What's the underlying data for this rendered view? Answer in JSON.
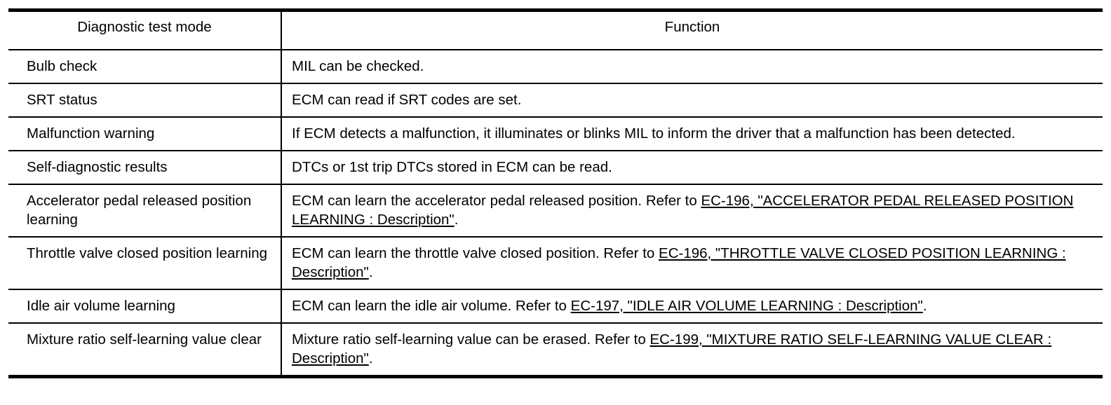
{
  "table": {
    "headers": {
      "mode": "Diagnostic test mode",
      "function": "Function"
    },
    "rows": [
      {
        "mode": "Bulb check",
        "function_prefix": "MIL can be checked.",
        "function_link": "",
        "function_suffix": ""
      },
      {
        "mode": "SRT status",
        "function_prefix": "ECM can read if SRT codes are set.",
        "function_link": "",
        "function_suffix": ""
      },
      {
        "mode": "Malfunction warning",
        "function_prefix": "If ECM detects a malfunction, it illuminates or blinks MIL to inform the driver that a malfunction has been detected.",
        "function_link": "",
        "function_suffix": ""
      },
      {
        "mode": "Self-diagnostic results",
        "function_prefix": "DTCs or 1st trip DTCs stored in ECM can be read.",
        "function_link": "",
        "function_suffix": ""
      },
      {
        "mode": "Accelerator pedal released position learning",
        "function_prefix": "ECM can learn the accelerator pedal released position. Refer to ",
        "function_link": "EC-196, \"ACCELERATOR PEDAL RELEASED POSITION LEARNING : Description\"",
        "function_suffix": "."
      },
      {
        "mode": "Throttle valve closed position learning",
        "function_prefix": "ECM can learn the throttle valve closed position. Refer to ",
        "function_link": "EC-196, \"THROTTLE VALVE CLOSED POSITION LEARNING : Description\"",
        "function_suffix": "."
      },
      {
        "mode": "Idle air volume learning",
        "function_prefix": "ECM can learn the idle air volume. Refer to ",
        "function_link": "EC-197, \"IDLE AIR VOLUME LEARNING : Description\"",
        "function_suffix": "."
      },
      {
        "mode": "Mixture ratio self-learning value clear",
        "function_prefix": "Mixture ratio self-learning value can be erased. Refer to ",
        "function_link": "EC-199, \"MIXTURE RATIO SELF-LEARNING VALUE CLEAR : Description\"",
        "function_suffix": "."
      }
    ]
  },
  "style": {
    "rule_color": "#000000",
    "text_color": "#000000",
    "background": "#ffffff"
  }
}
